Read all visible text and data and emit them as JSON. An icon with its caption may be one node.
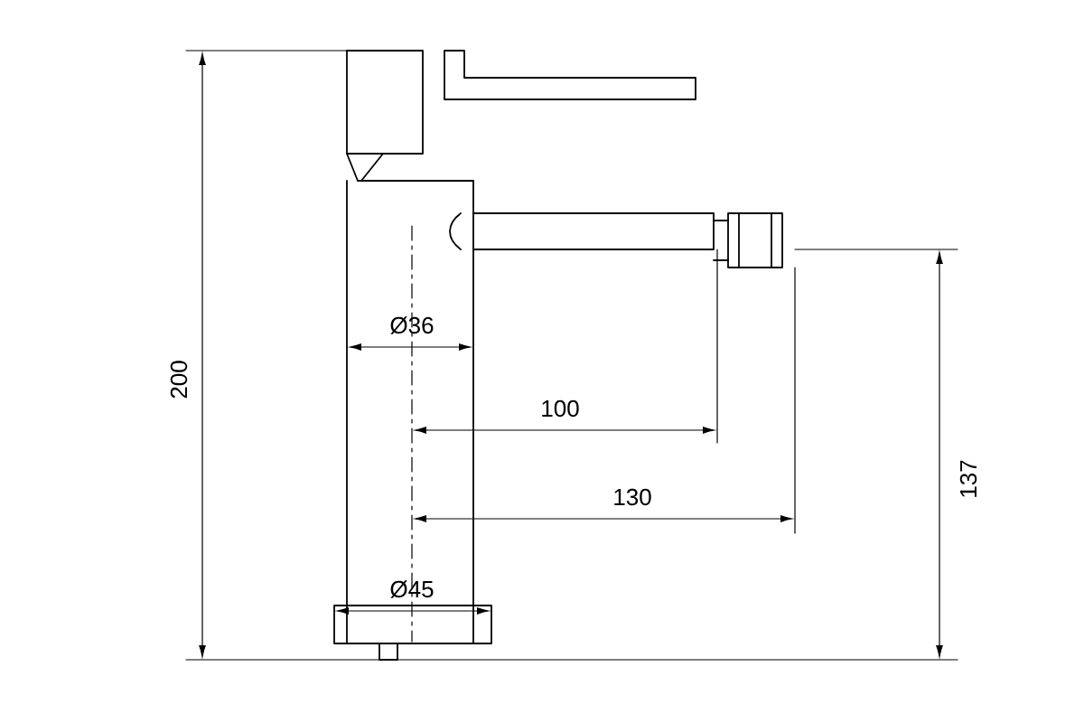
{
  "diagram": {
    "labels": [
      "200",
      "Ø36",
      "100",
      "130",
      "Ø45",
      "137"
    ]
  }
}
